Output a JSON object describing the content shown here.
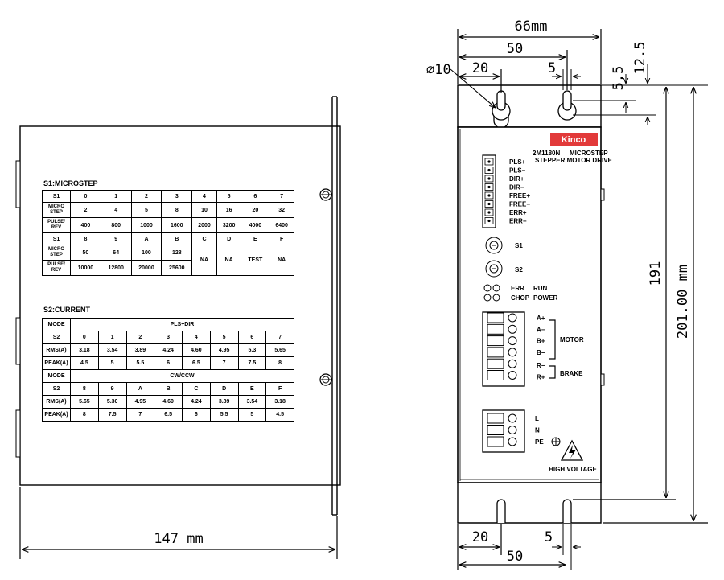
{
  "side_view": {
    "s1_title": "S1:MICROSTEP",
    "s1_rows": [
      [
        "S1",
        "0",
        "1",
        "2",
        "3",
        "4",
        "5",
        "6",
        "7"
      ],
      [
        "MICRO STEP",
        "2",
        "4",
        "5",
        "8",
        "10",
        "16",
        "20",
        "32"
      ],
      [
        "PULSE/ REV",
        "400",
        "800",
        "1000",
        "1600",
        "2000",
        "3200",
        "4000",
        "6400"
      ],
      [
        "S1",
        "8",
        "9",
        "A",
        "B",
        "C",
        "D",
        "E",
        "F"
      ],
      [
        "MICRO STEP",
        "50",
        "64",
        "100",
        "128",
        "NA",
        "NA",
        "TEST",
        "NA"
      ],
      [
        "PULSE/ REV",
        "10000",
        "12800",
        "20000",
        "25600"
      ]
    ],
    "s2_title": "S2:CURRENT",
    "s2_rows": [
      [
        "MODE",
        "PLS+DIR"
      ],
      [
        "S2",
        "0",
        "1",
        "2",
        "3",
        "4",
        "5",
        "6",
        "7"
      ],
      [
        "RMS(A)",
        "3.18",
        "3.54",
        "3.89",
        "4.24",
        "4.60",
        "4.95",
        "5.3",
        "5.65"
      ],
      [
        "PEAK(A)",
        "4.5",
        "5",
        "5.5",
        "6",
        "6.5",
        "7",
        "7.5",
        "8"
      ],
      [
        "MODE",
        "CW/CCW"
      ],
      [
        "S2",
        "8",
        "9",
        "A",
        "B",
        "C",
        "D",
        "E",
        "F"
      ],
      [
        "RMS(A)",
        "5.65",
        "5.30",
        "4.95",
        "4.60",
        "4.24",
        "3.89",
        "3.54",
        "3.18"
      ],
      [
        "PEAK(A)",
        "8",
        "7.5",
        "7",
        "6.5",
        "6",
        "5.5",
        "5",
        "4.5"
      ]
    ],
    "width_dim": "147 mm"
  },
  "front_view": {
    "dim_width": "66mm",
    "dim_top_50": "50",
    "dim_top_20": "20",
    "dim_top_5": "5",
    "dim_hole": "∅10",
    "dim_5_5": "5.5",
    "dim_12_5": "12.5",
    "dim_191": "191",
    "dim_201": "201.00 mm",
    "dim_bottom_20": "20",
    "dim_bottom_5": "5",
    "dim_bottom_50": "50",
    "brand": "Kinco",
    "model": "2M1180N",
    "model_suffix": "MICROSTEP",
    "subtitle": "STEPPER MOTOR DRIVE",
    "signal_pins": [
      "PLS+",
      "PLS−",
      "DIR+",
      "DIR−",
      "FREE+",
      "FREE−",
      "ERR+",
      "ERR−"
    ],
    "switch_s1": "S1",
    "switch_s2": "S2",
    "led_err": "ERR",
    "led_run": "RUN",
    "led_chop": "CHOP",
    "led_power": "POWER",
    "motor_pins": [
      "A+",
      "A−",
      "B+",
      "B−"
    ],
    "brake_pins": [
      "R−",
      "R+"
    ],
    "motor_label": "MOTOR",
    "brake_label": "BRAKE",
    "power_pins": [
      "L",
      "N",
      "PE"
    ],
    "hv_label": "HIGH VOLTAGE"
  }
}
